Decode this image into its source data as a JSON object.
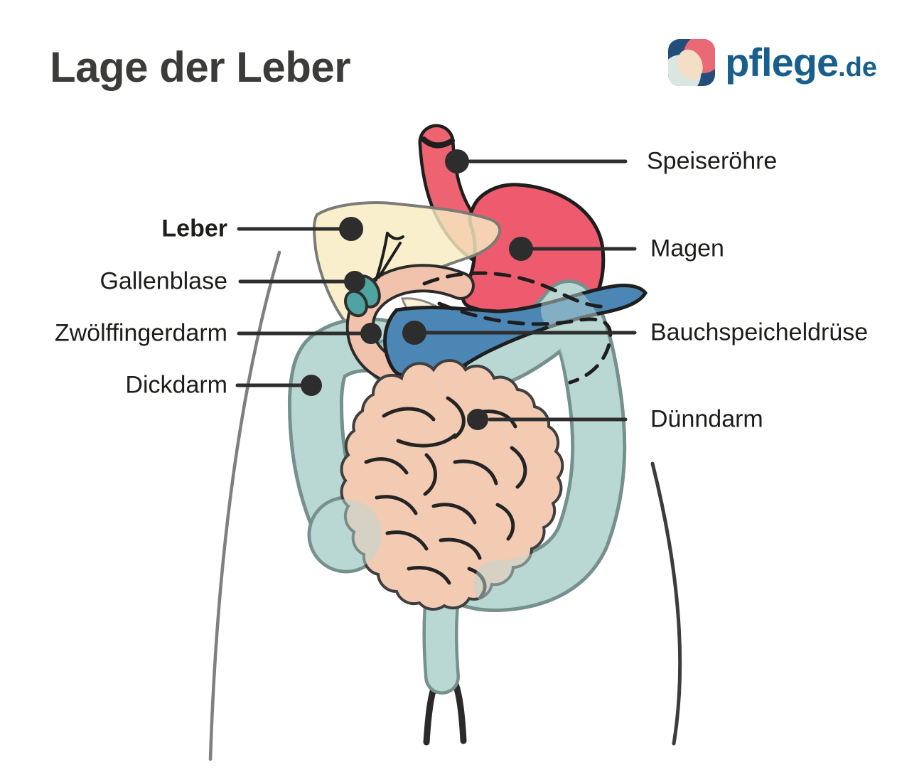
{
  "header": {
    "title": "Lage der Leber"
  },
  "logo": {
    "brand": "pflege",
    "tld": ".de",
    "colors": {
      "square": "#234e7b",
      "text": "#185f8d",
      "circle_red": "#e96a74",
      "circle_mint": "#d9e6e2",
      "circle_peach": "#f5dec6"
    }
  },
  "diagram": {
    "type": "anatomical-illustration",
    "subject": "Position of the liver and digestive organs in the human abdomen",
    "labels": [
      {
        "id": "speiseroehre",
        "text": "Speiseröhre",
        "side": "right",
        "bold": false
      },
      {
        "id": "leber",
        "text": "Leber",
        "side": "left",
        "bold": true
      },
      {
        "id": "gallenblase",
        "text": "Gallenblase",
        "side": "left",
        "bold": false
      },
      {
        "id": "zwoelffingerdarm",
        "text": "Zwölffingerdarm",
        "side": "left",
        "bold": false
      },
      {
        "id": "dickdarm",
        "text": "Dickdarm",
        "side": "left",
        "bold": false
      },
      {
        "id": "magen",
        "text": "Magen",
        "side": "right",
        "bold": false
      },
      {
        "id": "bauchspeicheldruese",
        "text": "Bauchspeicheldrüse",
        "side": "right",
        "bold": false
      },
      {
        "id": "duenndarm",
        "text": "Dünndarm",
        "side": "right",
        "bold": false
      }
    ],
    "organs": [
      {
        "name": "Leber",
        "color": "#f8ecc2"
      },
      {
        "name": "Speiseröhre",
        "color": "#ee6372"
      },
      {
        "name": "Magen",
        "color": "#ee5b6e"
      },
      {
        "name": "Gallenblase",
        "color": "#4fa3a0"
      },
      {
        "name": "Zwölffingerdarm",
        "color": "#f1c2ac"
      },
      {
        "name": "Bauchspeicheldrüse",
        "color": "#4c86b4"
      },
      {
        "name": "Dünndarm",
        "color": "#f3cbb3"
      },
      {
        "name": "Dickdarm",
        "color": "#b9d8d4"
      }
    ],
    "annotation_style": {
      "line_color": "#2e2e2e",
      "dot_color": "#2d2d2d",
      "text_color": "#1d1d1b",
      "title_color": "#3b3b3a",
      "body_outline_color": "#7f7f7f"
    }
  }
}
